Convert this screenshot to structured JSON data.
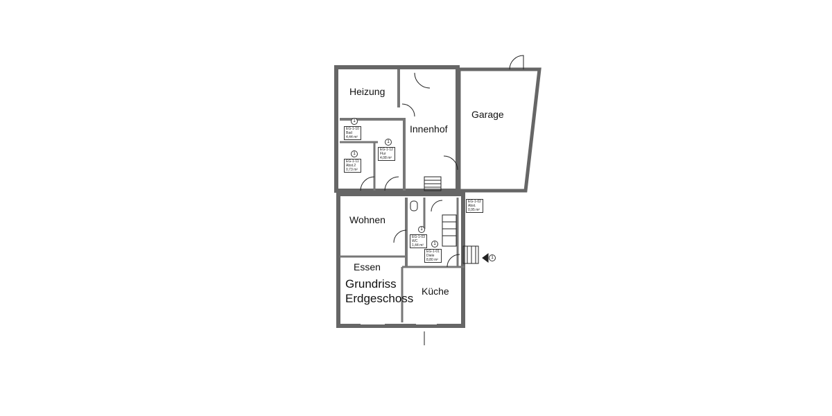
{
  "plan": {
    "title_line1": "Grundriss",
    "title_line2": "Erdgeschoss",
    "rooms": {
      "heizung": "Heizung",
      "innenhof": "Innenhof",
      "garage": "Garage",
      "wohnen": "Wohnen",
      "essen": "Essen",
      "kueche": "Küche"
    },
    "tags": [
      {
        "id": "EG-1-10",
        "name": "Bad",
        "area": "4,44 m²"
      },
      {
        "id": "EG-1-11",
        "name": "Abst.2",
        "area": "0,73 m²"
      },
      {
        "id": "EG-1-12",
        "name": "Flur",
        "area": "4,08 m²"
      },
      {
        "id": "EG-1-02",
        "name": "Abst.",
        "area": "0,95 m²"
      },
      {
        "id": "EG-1-03",
        "name": "WC",
        "area": "1,44 m²"
      },
      {
        "id": "EG-1-01",
        "name": "Diele",
        "area": "8,80 m²"
      }
    ],
    "marker": "1",
    "colors": {
      "wall": "#8a8a8a",
      "line": "#222222"
    }
  }
}
